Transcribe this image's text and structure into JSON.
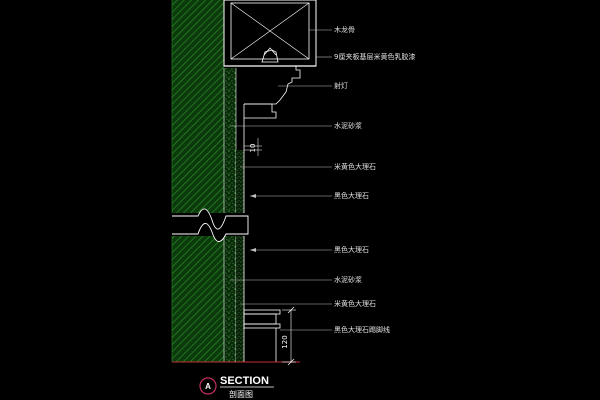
{
  "labels": [
    "木龙骨",
    "9厘夹板基层米黄色乳胶漆",
    "射灯",
    "水泥砂浆",
    "米黄色大理石",
    "黑色大理石",
    "黑色大理石",
    "水泥砂浆",
    "米黄色大理石",
    "黑色大理石踢脚线"
  ],
  "dimensions": {
    "top_small": "10",
    "skirting_height": "120"
  },
  "section": {
    "mark": "A",
    "title": "SECTION",
    "subtitle": "剖面图"
  },
  "colors": {
    "background": "#000000",
    "wall_hatch": "#1f7a1f",
    "concrete_fill": "#2fbf2f",
    "outline": "#ffffff",
    "leader": "#c0c0c0",
    "section_circle": "#c03060"
  }
}
